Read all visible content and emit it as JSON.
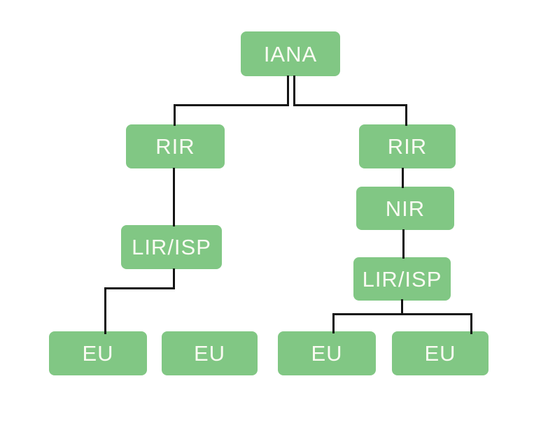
{
  "diagram": {
    "type": "tree",
    "nodes": [
      {
        "id": "iana",
        "label": "IANA",
        "level": 0
      },
      {
        "id": "rir-1",
        "label": "RIR",
        "level": 1
      },
      {
        "id": "rir-2",
        "label": "RIR",
        "level": 1
      },
      {
        "id": "lir-isp-1",
        "label": "LIR/ISP",
        "level": 2
      },
      {
        "id": "nir",
        "label": "NIR",
        "level": 2
      },
      {
        "id": "lir-isp-2",
        "label": "LIR/ISP",
        "level": 3
      },
      {
        "id": "eu-1",
        "label": "EU",
        "level": 4
      },
      {
        "id": "eu-2",
        "label": "EU",
        "level": 4
      },
      {
        "id": "eu-3",
        "label": "EU",
        "level": 4
      },
      {
        "id": "eu-4",
        "label": "EU",
        "level": 4
      }
    ],
    "edges": [
      [
        "iana",
        "rir-1"
      ],
      [
        "iana",
        "rir-2"
      ],
      [
        "rir-1",
        "lir-isp-1"
      ],
      [
        "rir-2",
        "nir"
      ],
      [
        "nir",
        "lir-isp-2"
      ],
      [
        "lir-isp-1",
        "eu-1"
      ],
      [
        "lir-isp-2",
        "eu-3"
      ],
      [
        "lir-isp-2",
        "eu-4"
      ]
    ],
    "colors": {
      "background": "#ffffff",
      "node_fill": "#81c784",
      "node_text": "#fbfbf3",
      "connector": "#141414"
    }
  }
}
